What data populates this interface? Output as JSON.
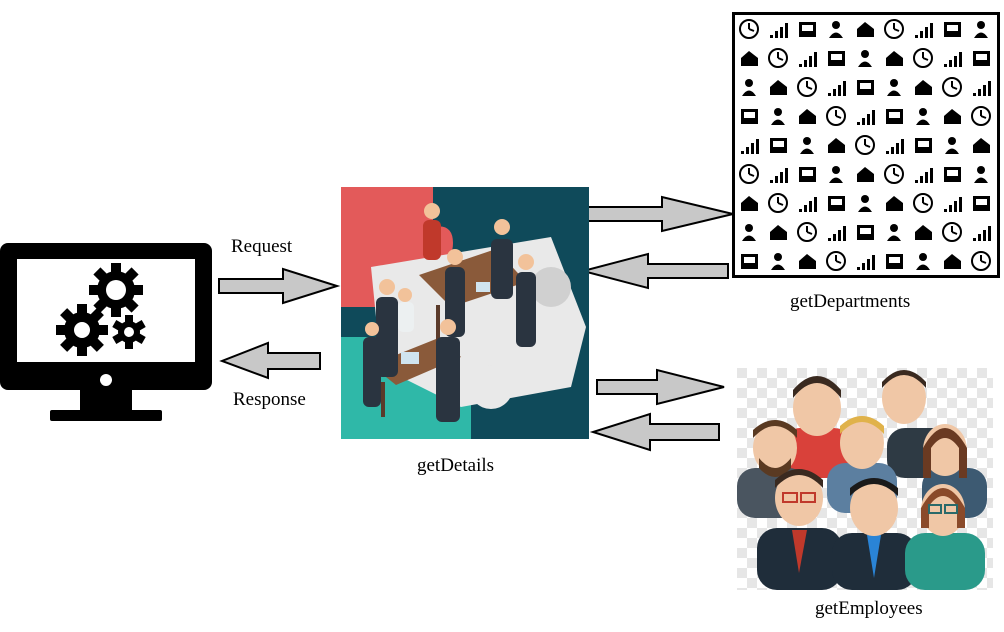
{
  "labels": {
    "request": "Request",
    "response": "Response",
    "get_details": "getDetails",
    "get_departments": "getDepartments",
    "get_employees": "getEmployees"
  },
  "icons": {
    "client": "monitor-gears-icon",
    "details_service": "team-puzzle-illustration",
    "departments_service": "department-icon-grid",
    "employees_service": "employee-group-illustration"
  },
  "colors": {
    "arrow_fill": "#c8c8c8",
    "outline": "#000000",
    "puzzle_red": "#e35a5a",
    "puzzle_dark": "#0f4a5a",
    "puzzle_teal": "#2fb8a8",
    "puzzle_grey": "#e8e8e8"
  }
}
